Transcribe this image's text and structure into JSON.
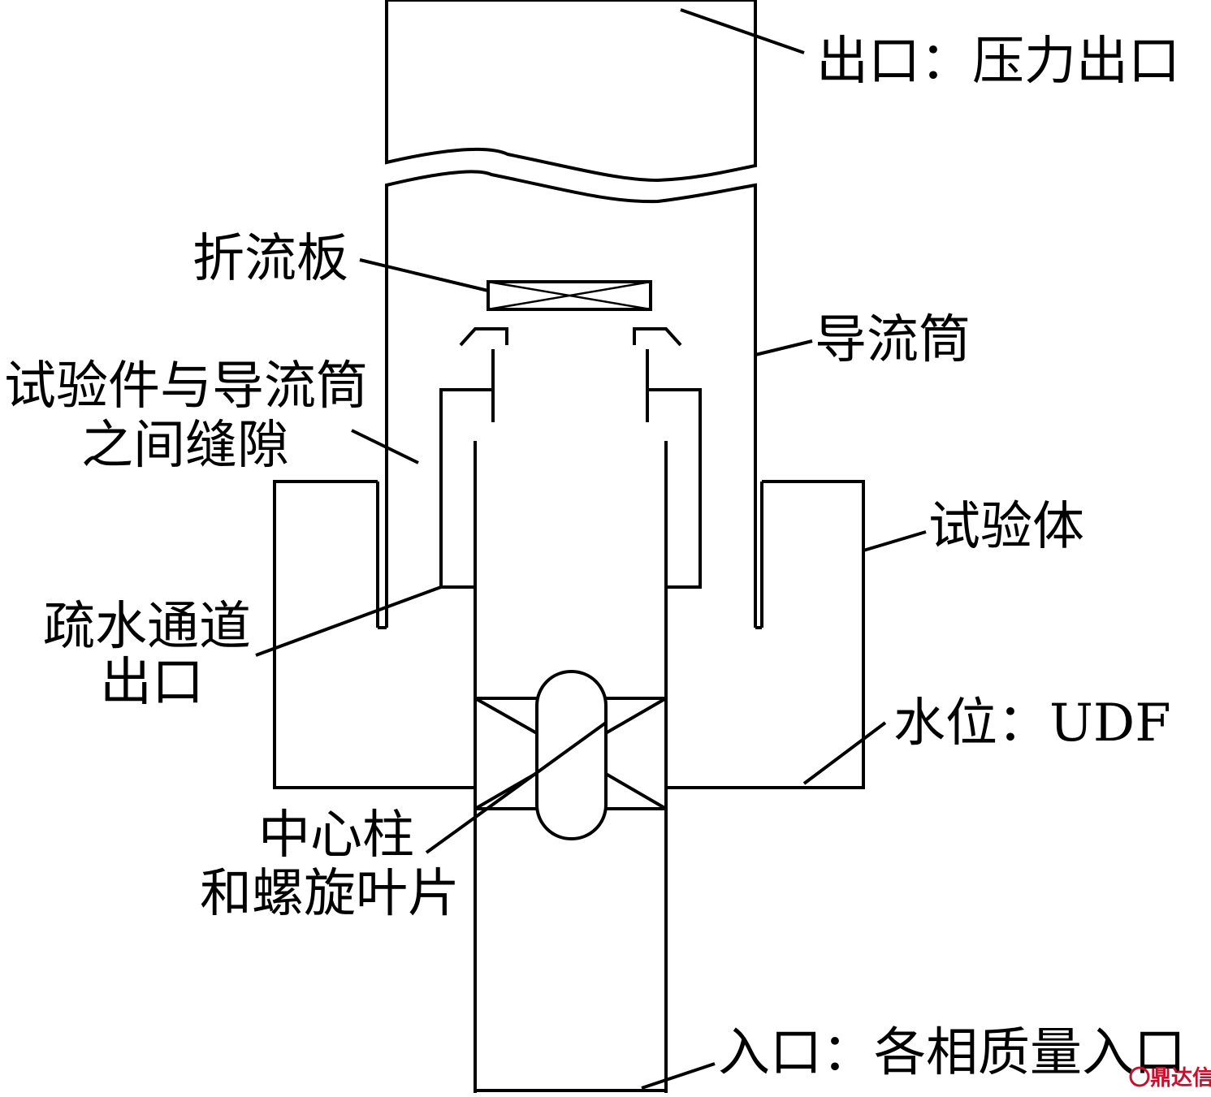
{
  "labels": {
    "outlet": "出口：压力出口",
    "baffle": "折流板",
    "guide_tube": "导流筒",
    "gap_line1": "试验件与导流筒",
    "gap_line2": "之间缝隙",
    "test_body": "试验体",
    "drain_line1": "疏水通道",
    "drain_line2": "出口",
    "water_level": "水位：UDF",
    "swirler_line1": "中心柱",
    "swirler_line2": "和螺旋叶片",
    "inlet": "入口：各相质量入口"
  },
  "watermark": {
    "text": "鼎达信",
    "color": "#c8102e"
  }
}
